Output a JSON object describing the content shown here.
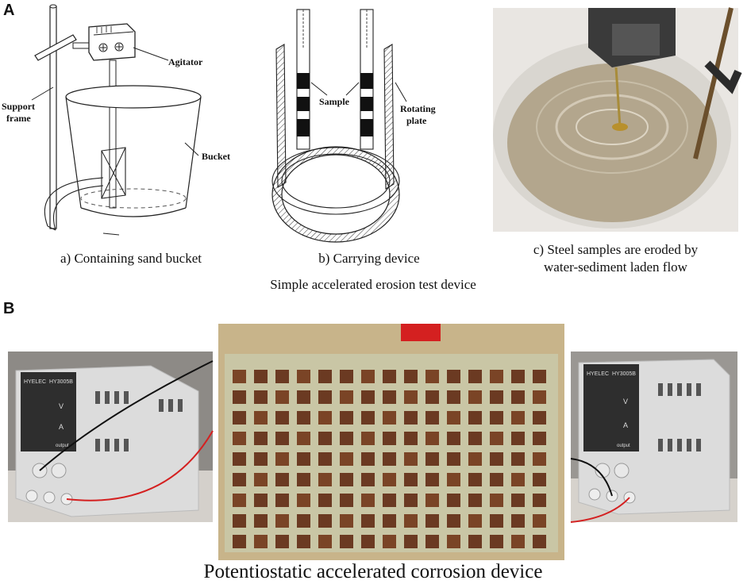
{
  "panel_a": {
    "letter": "A",
    "drawing_1": {
      "labels": {
        "agitator": "Agitator",
        "support_frame_1": "Support",
        "support_frame_2": "frame",
        "bucket": "Bucket"
      },
      "caption": "a) Containing sand bucket"
    },
    "drawing_2": {
      "labels": {
        "sample": "Sample",
        "rotating_plate_1": "Rotating",
        "rotating_plate_2": "plate"
      },
      "caption": "b) Carrying device"
    },
    "photo_3": {
      "caption_line1": "c) Steel samples are eroded by",
      "caption_line2": "water-sediment laden flow"
    },
    "title": "Simple accelerated erosion test device"
  },
  "panel_b": {
    "letter": "B",
    "power_supply_display": {
      "brand": "HYELEC",
      "model": "HY3005B",
      "unit_v": "V",
      "unit_a": "A",
      "output": "output"
    },
    "title": "Potentiostatic accelerated corrosion device"
  },
  "colors": {
    "water": "#b3a68d",
    "rust": "#6b3a22",
    "board": "#c9c6a5",
    "wood": "#c8b48a",
    "wire_red": "#d42020",
    "wire_black": "#111111"
  }
}
